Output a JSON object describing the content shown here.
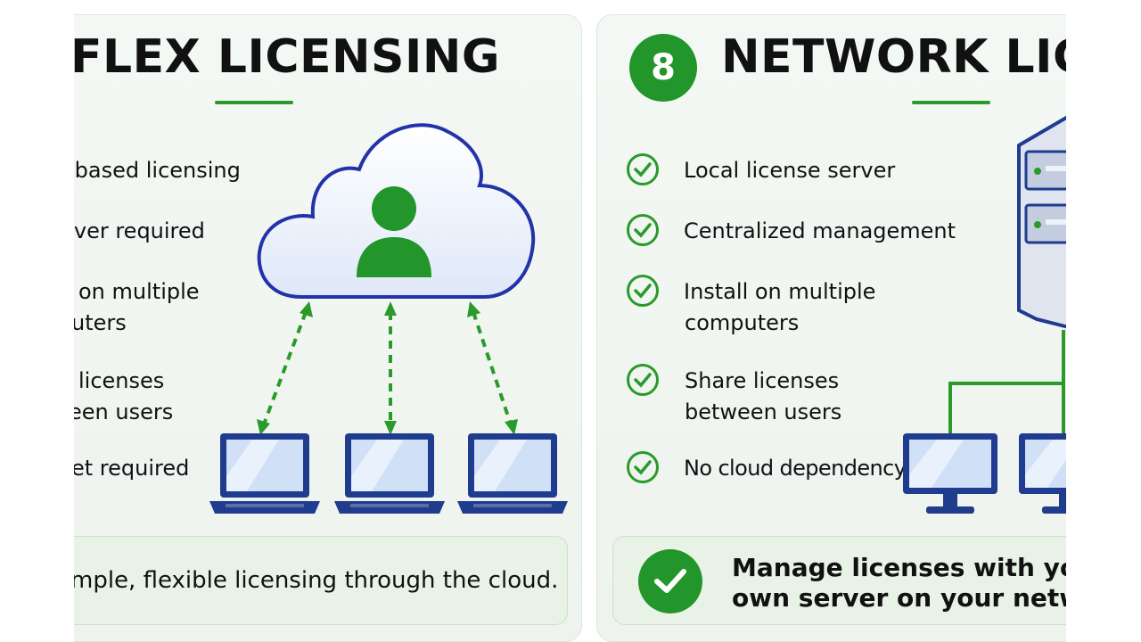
{
  "left_panel": {
    "title": "FLEX LICENSING",
    "features": [
      "-based licensing",
      "rver required",
      "on multiple",
      "uters",
      "licenses",
      "een users",
      "et required"
    ],
    "footer": "mple, flexible licensing through the cloud."
  },
  "right_panel": {
    "badge": "8",
    "title": "NETWORK LICE",
    "features": [
      [
        "Local license server"
      ],
      [
        "Centralized management"
      ],
      [
        "Install on multiple",
        "computers"
      ],
      [
        "Share licenses",
        "between users"
      ],
      [
        "No cloud dependency"
      ]
    ],
    "footer_line1": "Manage licenses with you",
    "footer_line2": "own server on your netwo"
  },
  "colors": {
    "accent_green": "#22962a",
    "cloud_outline": "#2233aa",
    "laptop_blue": "#1f3c8f"
  },
  "icons": [
    "cloud-icon",
    "user-icon",
    "laptop-icon",
    "check-circle-icon",
    "server-icon",
    "monitor-icon"
  ]
}
